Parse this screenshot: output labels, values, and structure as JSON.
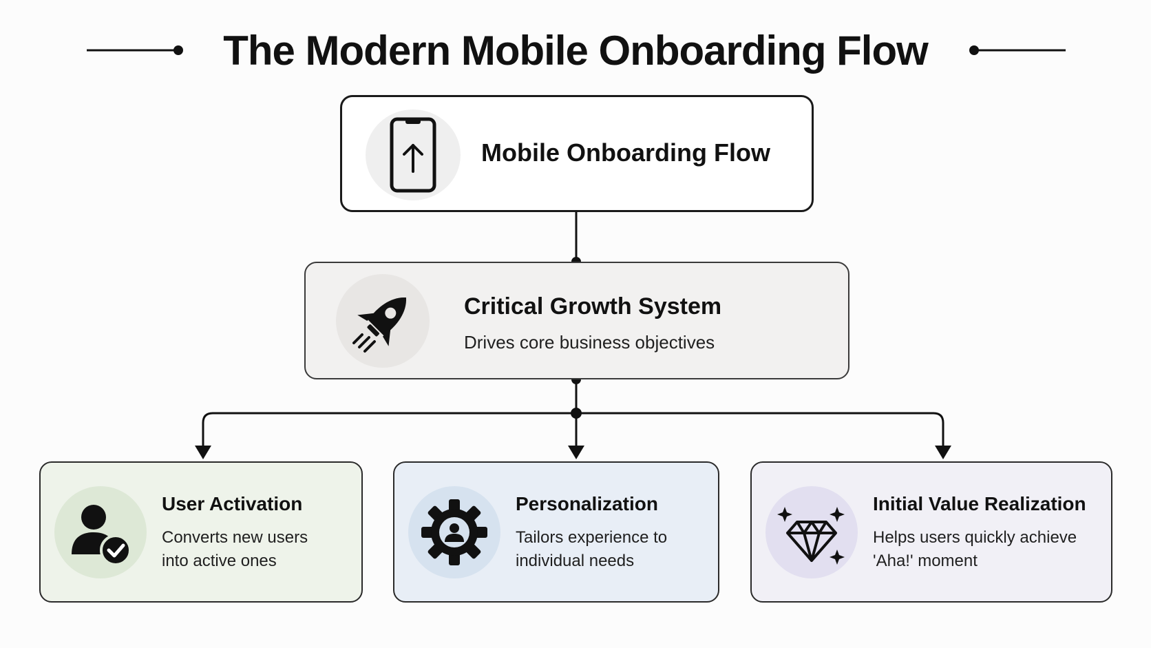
{
  "title": "The Modern Mobile Onboarding Flow",
  "root": {
    "label": "Mobile Onboarding Flow",
    "icon": "smartphone-upload-icon"
  },
  "growth": {
    "label": "Critical Growth System",
    "description": "Drives core business objectives",
    "icon": "rocket-icon"
  },
  "leaves": [
    {
      "label": "User Activation",
      "description": "Converts new users into active ones",
      "icon": "user-check-icon",
      "color": "#eef3ea"
    },
    {
      "label": "Personalization",
      "description": "Tailors experience to individual needs",
      "icon": "gear-user-icon",
      "color": "#e8eef6"
    },
    {
      "label": "Initial Value Realization",
      "description": "Helps users quickly achieve 'Aha!' moment",
      "icon": "diamond-sparkle-icon",
      "color": "#f1f0f6"
    }
  ]
}
